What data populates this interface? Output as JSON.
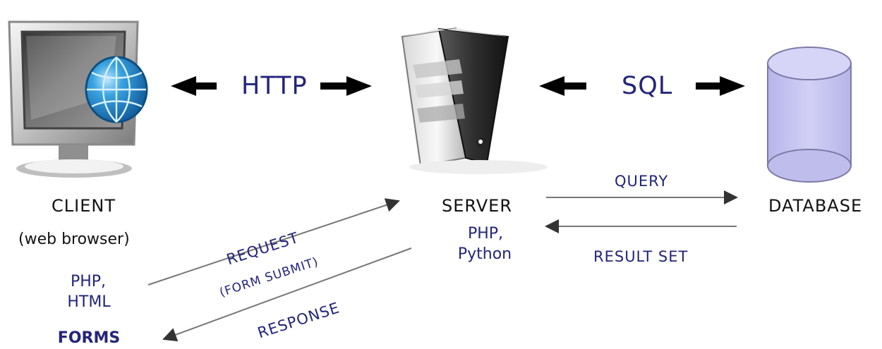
{
  "protocols": {
    "http": "HTTP",
    "sql": "SQL"
  },
  "client": {
    "title": "CLIENT",
    "subtitle": "(web browser)",
    "technologies_line1": "PHP,",
    "technologies_line2": "HTML",
    "forms": "FORMS"
  },
  "server": {
    "title": "SERVER",
    "technologies_line1": "PHP,",
    "technologies_line2": "Python"
  },
  "database": {
    "title": "DATABASE"
  },
  "flows": {
    "request": "REQUEST",
    "form_submit": "(FORM SUBMIT)",
    "response": "RESPONSE",
    "query": "QUERY",
    "result_set": "RESULT SET"
  },
  "colors": {
    "label_blue": "#24247a",
    "database_fill": "#c9c7ee",
    "globe_blue": "#1f78c9",
    "monitor_gray": "#707070"
  },
  "icons": {
    "client": "monitor-globe-icon",
    "server": "server-tower-icon",
    "database": "database-cylinder-icon"
  }
}
